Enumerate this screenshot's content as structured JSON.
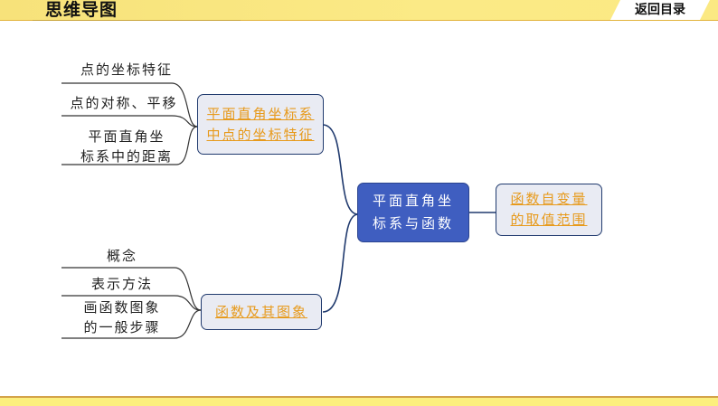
{
  "header": {
    "title": "思维导图",
    "back_label": "返回目录"
  },
  "colors": {
    "header_bg": "#fbe983",
    "root_fill": "#3f5ec0",
    "sub_fill": "#e9ebf3",
    "sub_text": "#e79a1c",
    "line": "#203a6e"
  },
  "mindmap": {
    "root": {
      "line1": "平面直角坐",
      "line2": "标系与函数"
    },
    "branches": [
      {
        "line1": "平面直角坐标系",
        "line2": "中点的坐标特征",
        "leaves": [
          {
            "line1": "点的坐标特征"
          },
          {
            "line1": "点的对称、平移"
          },
          {
            "line1": "平面直角坐",
            "line2": "标系中的距离"
          }
        ]
      },
      {
        "line1": "函数自变量",
        "line2": "的取值范围",
        "leaves": []
      },
      {
        "line1": "函数及其图象",
        "leaves": [
          {
            "line1": "概念"
          },
          {
            "line1": "表示方法"
          },
          {
            "line1": "画函数图象",
            "line2": "的一般步骤"
          }
        ]
      }
    ]
  }
}
